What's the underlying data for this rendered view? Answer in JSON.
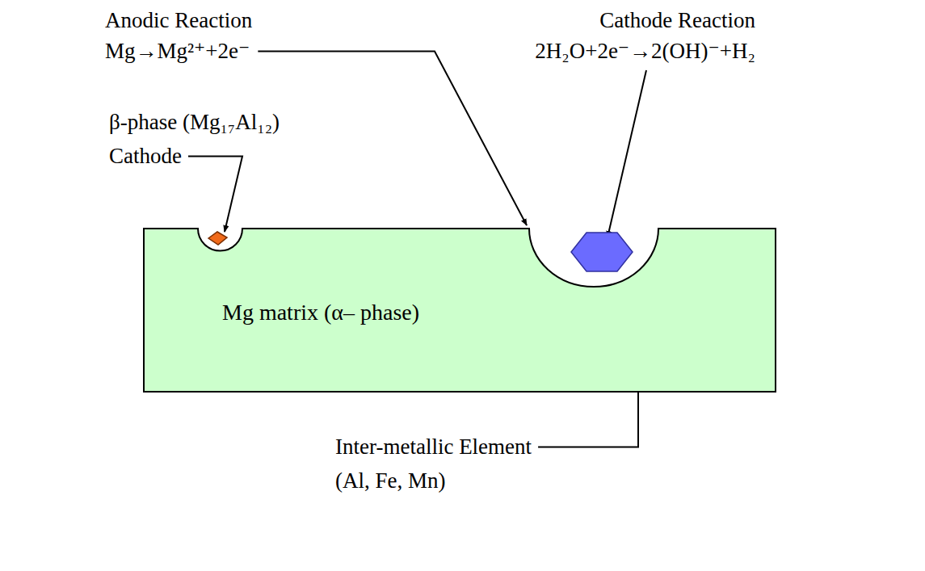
{
  "diagram": {
    "nodes": [
      {
        "text": [
          "Mg matrix (α– phase)"
        ]
      }
    ],
    "labels": [
      "Anodic Reaction",
      "Mg→Mg²⁺+2e⁻",
      "Cathode Reaction",
      "2H₂O+2e⁻→2(OH)⁻+H₂",
      "β-phase (Mg₁₇Al₁₂)",
      "Cathode",
      "Inter-metallic Element",
      "(Al, Fe, Mn)"
    ]
  }
}
